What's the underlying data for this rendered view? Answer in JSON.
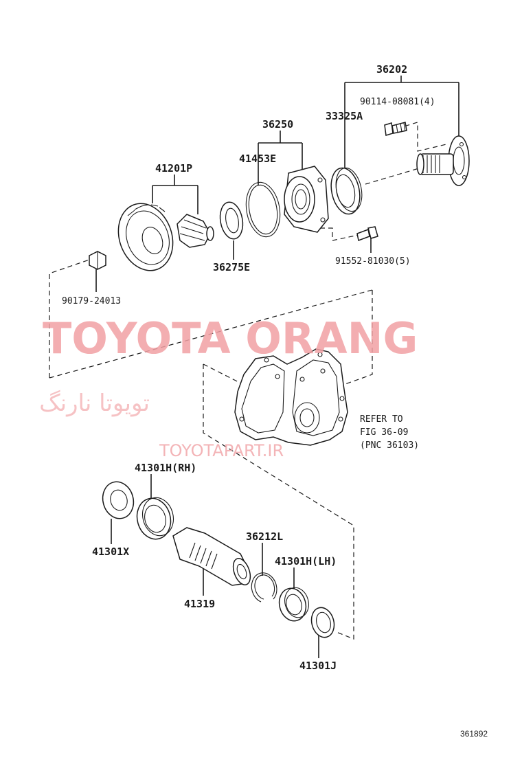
{
  "parts": {
    "p36202": "36202",
    "p90114": "90114-08081(4)",
    "p33325A": "33325A",
    "p36250": "36250",
    "p41453E": "41453E",
    "p41201P": "41201P",
    "p36275E": "36275E",
    "p91552": "91552-81030(5)",
    "p90179": "90179-24013",
    "p41301H_RH": "41301H(RH)",
    "p41301X": "41301X",
    "p36212L": "36212L",
    "p41301H_LH": "41301H(LH)",
    "p41319": "41319",
    "p41301J": "41301J"
  },
  "reference": {
    "line1": "REFER TO",
    "line2": "FIG 36-09",
    "line3": "(PNC 36103)"
  },
  "watermark": {
    "brand": "TOYOTA ORANG",
    "persian": "تویوتا نارنگ",
    "url": "TOYOTAPART.IR"
  },
  "figure_number": "361892"
}
